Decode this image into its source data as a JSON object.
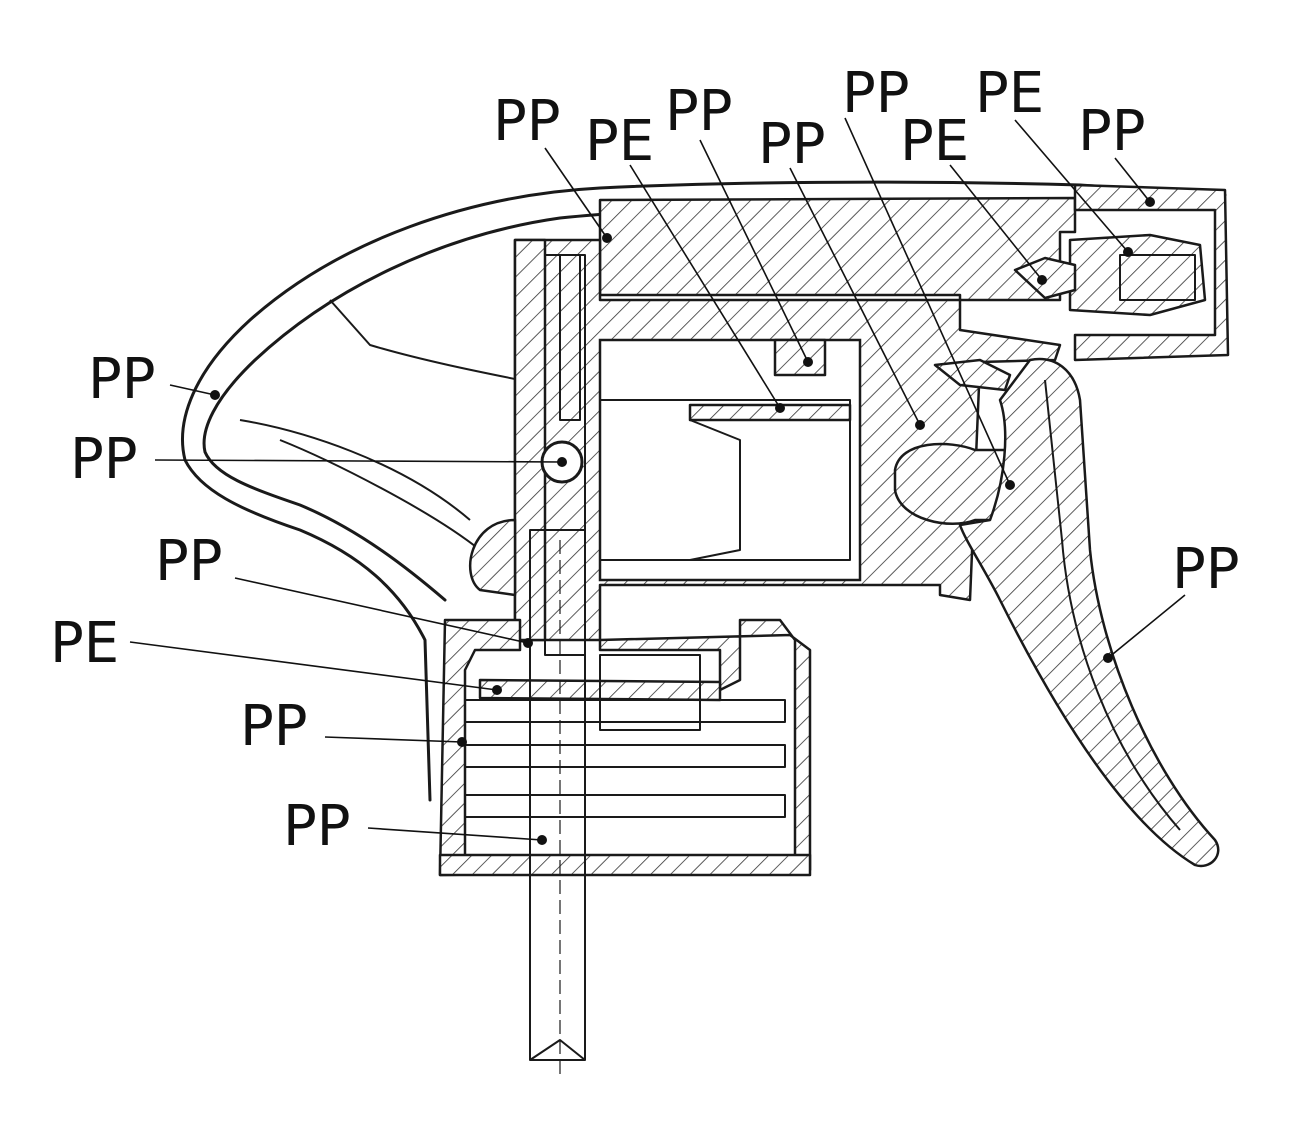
{
  "labels": [
    {
      "id": "pp-top-1",
      "text": "PP"
    },
    {
      "id": "pe-top-1",
      "text": "PE"
    },
    {
      "id": "pp-top-2",
      "text": "PP"
    },
    {
      "id": "pp-top-3",
      "text": "PP"
    },
    {
      "id": "pp-top-4",
      "text": "PP"
    },
    {
      "id": "pe-top-2",
      "text": "PE"
    },
    {
      "id": "pe-top-3",
      "text": "PE"
    },
    {
      "id": "pp-top-5",
      "text": "PP"
    },
    {
      "id": "pp-shroud",
      "text": "PP"
    },
    {
      "id": "pp-ball",
      "text": "PP"
    },
    {
      "id": "pp-collar",
      "text": "PP"
    },
    {
      "id": "pe-gasket",
      "text": "PE"
    },
    {
      "id": "pp-cap",
      "text": "PP"
    },
    {
      "id": "pp-tube",
      "text": "PP"
    },
    {
      "id": "pp-trigger",
      "text": "PP"
    }
  ],
  "colors": {
    "line": "#1a1a1a",
    "text": "#111111",
    "background": "#ffffff"
  }
}
